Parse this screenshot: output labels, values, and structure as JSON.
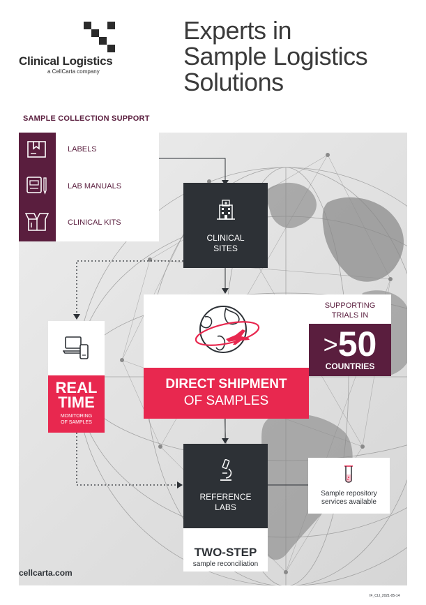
{
  "logo": {
    "name": "Clinical Logistics",
    "tagline": "a CellCarta company"
  },
  "headline": {
    "lines": [
      "Experts in",
      "Sample Logistics",
      "Solutions"
    ]
  },
  "collection": {
    "title": "SAMPLE COLLECTION SUPPORT",
    "items": [
      {
        "label": "LABELS",
        "icon": "label-box-icon"
      },
      {
        "label": "LAB MANUALS",
        "icon": "manual-icon"
      },
      {
        "label": "CLINICAL KITS",
        "icon": "kit-box-icon"
      }
    ]
  },
  "clinical_sites": {
    "line1": "CLINICAL",
    "line2": "SITES",
    "icon": "hospital-icon"
  },
  "real_time": {
    "line1": "REAL",
    "line2": "TIME",
    "sub1": "MONITORING",
    "sub2": "OF SAMPLES",
    "icon": "devices-icon"
  },
  "shipment": {
    "title": "DIRECT SHIPMENT",
    "subtitle": "OF SAMPLES",
    "icon": "globe-plane-icon"
  },
  "trials": {
    "line1": "SUPPORTING",
    "line2": "TRIALS IN",
    "prefix": ">",
    "number": "50",
    "unit": "COUNTRIES"
  },
  "reference_labs": {
    "line1": "REFERENCE",
    "line2": "LABS",
    "icon": "microscope-icon"
  },
  "repository": {
    "line1": "Sample repository",
    "line2": "services available",
    "icon": "test-tube-icon"
  },
  "two_step": {
    "title": "TWO-STEP",
    "subtitle": "sample reconciliation"
  },
  "footer": {
    "website": "cellcarta.com",
    "doc_id": "IF_CLI_2021-05-14"
  },
  "colors": {
    "purple": "#5a1e3e",
    "pink": "#e8284f",
    "dark": "#2d3136",
    "grey": "#e4e4e4"
  }
}
